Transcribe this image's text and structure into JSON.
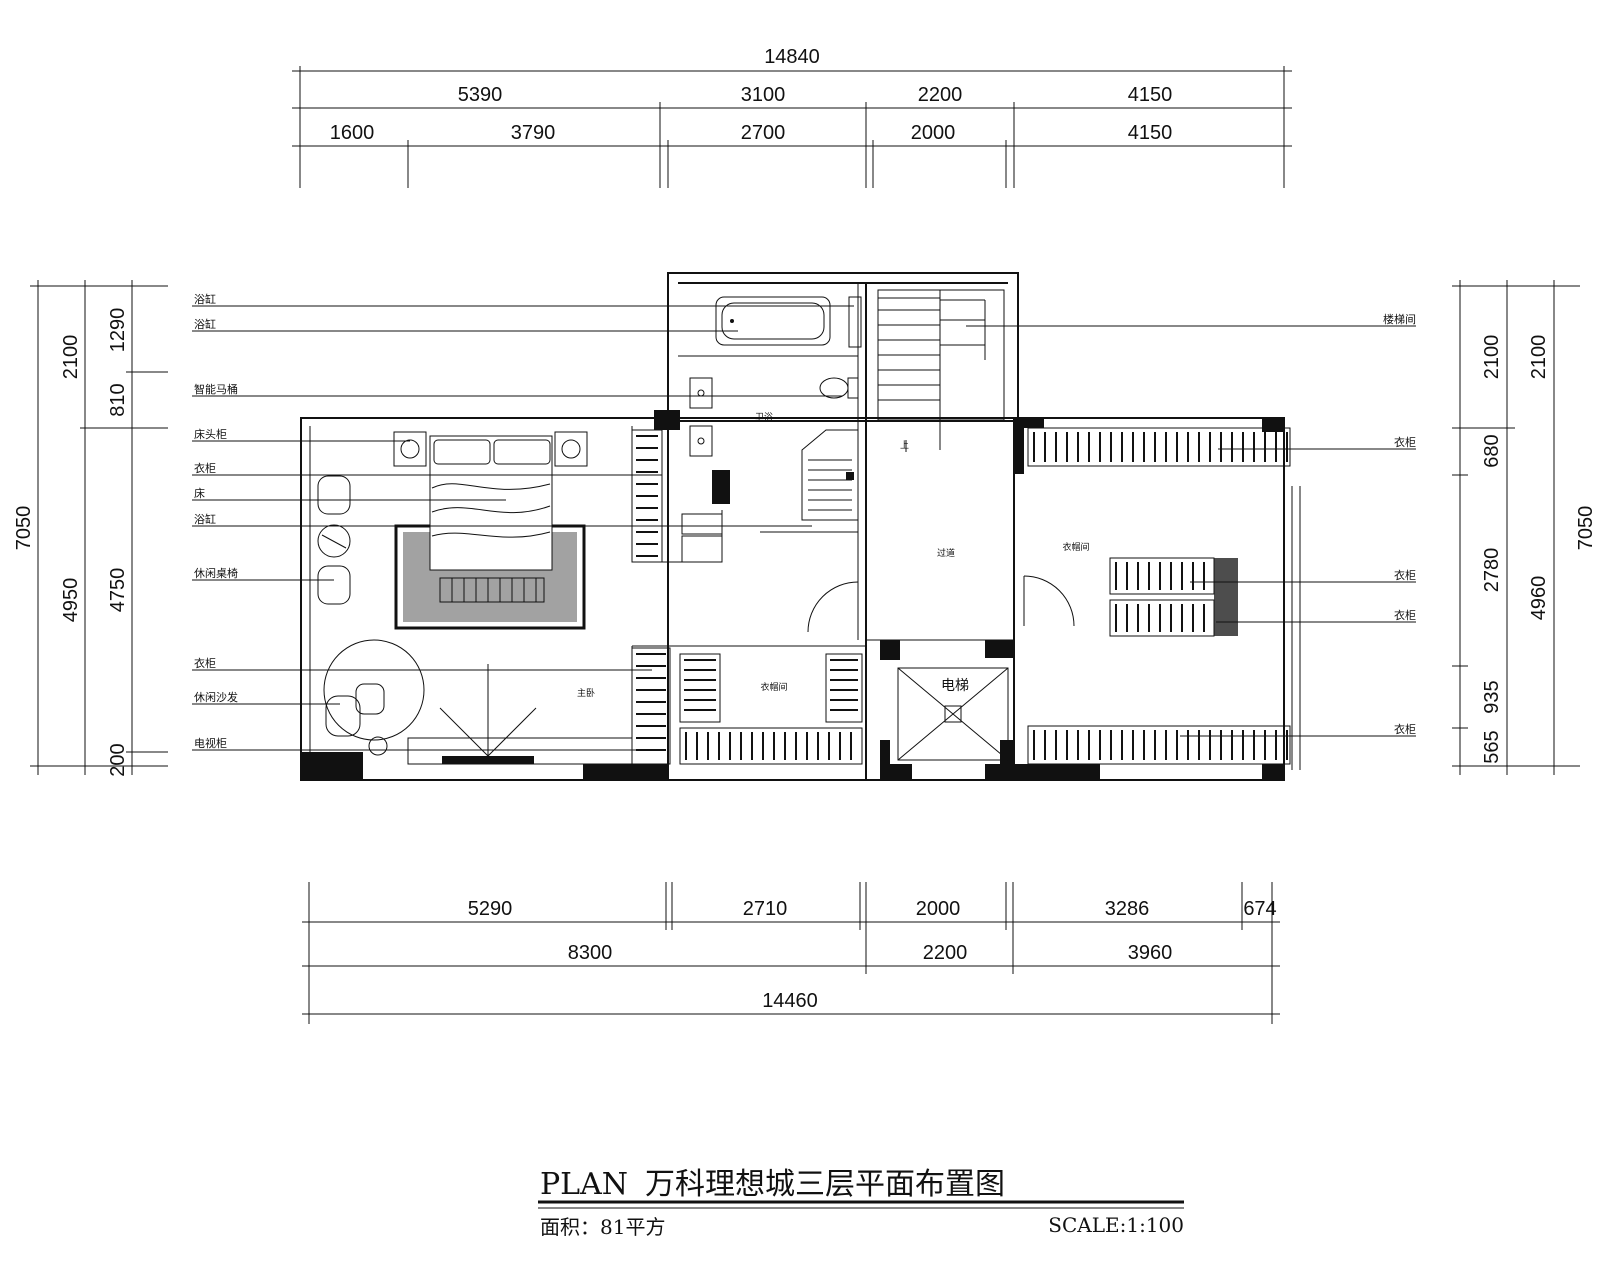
{
  "dimensions": {
    "top_total": "14840",
    "top_row1": [
      "5390",
      "3100",
      "2200",
      "4150"
    ],
    "top_row2": [
      "1600",
      "3790",
      "2700",
      "2000",
      "4150"
    ],
    "bottom_row1": [
      "5290",
      "2710",
      "2000",
      "3286",
      "674"
    ],
    "bottom_row2": [
      "8300",
      "2200",
      "3960"
    ],
    "bottom_total": "14460",
    "left_outer": [
      "7050"
    ],
    "left_mid": [
      "2100",
      "4950"
    ],
    "left_inner": [
      "1290",
      "810",
      "4750",
      "200"
    ],
    "right_inner": [
      "2100",
      "680",
      "2780",
      "935",
      "565"
    ],
    "right_mid": [
      "2100",
      "4960"
    ],
    "right_outer": [
      "7050"
    ]
  },
  "labels_left": [
    "浴缸",
    "浴缸",
    "智能马桶",
    "床头柜",
    "衣柜",
    "床",
    "浴缸",
    "休闲桌椅",
    "衣柜",
    "休闲沙发",
    "电视柜"
  ],
  "labels_right": [
    "楼梯间",
    "衣柜",
    "衣柜",
    "衣柜",
    "衣柜"
  ],
  "rooms": {
    "bath": "卫浴",
    "master": "主卧",
    "closet1": "衣帽间",
    "hall": "过道",
    "closet2": "衣帽间",
    "elevator": "电梯"
  },
  "title_block": {
    "prefix": "PLAN",
    "title": "万科理想城三层平面布置图",
    "area": "面积：81平方",
    "scale": "SCALE:1:100"
  }
}
